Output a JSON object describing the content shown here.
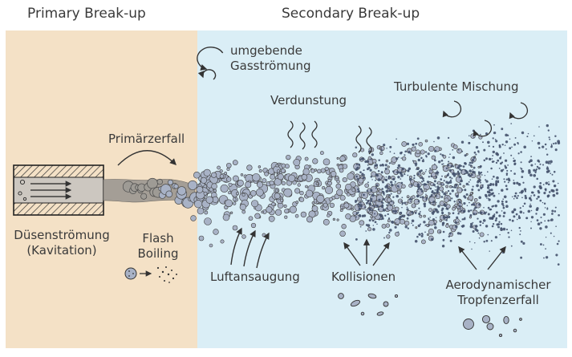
{
  "titles": {
    "primary": "Primary Break-up",
    "secondary": "Secondary Break-up"
  },
  "labels": {
    "gas_flow_line1": "umgebende",
    "gas_flow_line2": "Gasströmung",
    "verdunstung": "Verdunstung",
    "turbulente_mischung": "Turbulente Mischung",
    "primaerzerfall": "Primärzerfall",
    "duesenstroemung_line1": "Düsenströmung",
    "duesenstroemung_line2": "(Kavitation)",
    "flash_line1": "Flash",
    "flash_line2": "Boiling",
    "luftansaugung": "Luftansaugung",
    "kollisionen": "Kollisionen",
    "aero_line1": "Aerodynamischer",
    "aero_line2": "Tropfenzerfall"
  },
  "icons": {
    "gas_rotation": "circular-arrow",
    "turbulence": "swirl-arrows",
    "evaporation": "wavy-lines",
    "primary_breakup": "curved-arrow",
    "air_entrainment": "up-arrows",
    "collisions": "diverging-arrows",
    "aero_breakup": "diverging-arrows",
    "flash_boiling": "droplet-to-mist"
  },
  "colors": {
    "primary_bg": "#f4e1c6",
    "secondary_bg": "#daeef6",
    "droplet_fill": "#a8b2c6",
    "droplet_stroke": "#3f3f3f",
    "mist_fill": "#44516b",
    "jet_fill": "#a49e96",
    "line": "#333333",
    "text": "#3a3a3a"
  }
}
